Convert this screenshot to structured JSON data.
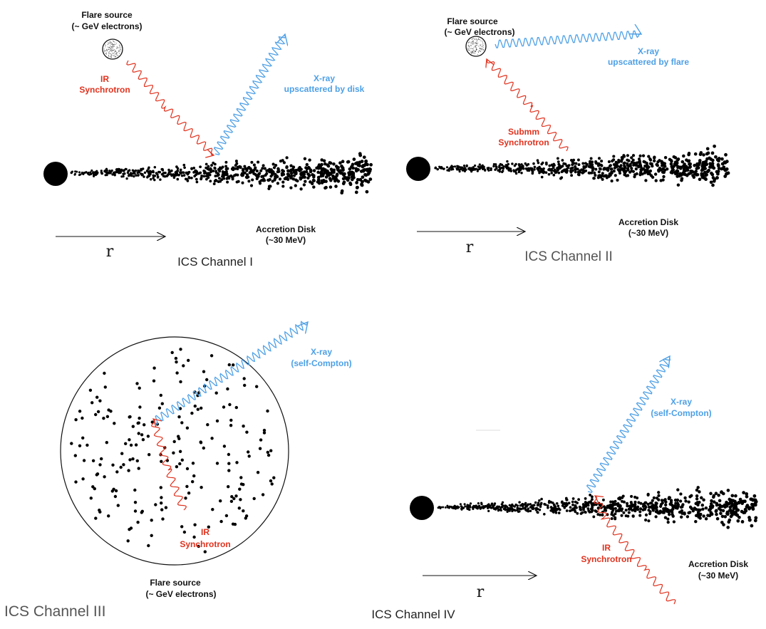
{
  "colors": {
    "ir": "#e0321e",
    "xray": "#4ea0e6",
    "ink": "#111111"
  },
  "panel1": {
    "flare_title": "Flare source",
    "flare_sub": "(~ GeV electrons)",
    "ir_1": "IR",
    "ir_2": "Synchrotron",
    "xray_1": "X-ray",
    "xray_2": "upscattered by disk",
    "disk_1": "Accretion Disk",
    "disk_2": "(~30 MeV)",
    "r": "r",
    "caption": "ICS Channel I"
  },
  "panel2": {
    "flare_title": "Flare source",
    "flare_sub": "(~ GeV electrons)",
    "xray_1": "X-ray",
    "xray_2": "upscattered by flare",
    "sub_1": "Submm",
    "sub_2": "Synchrotron",
    "disk_1": "Accretion Disk",
    "disk_2": "(~30 MeV)",
    "r": "r",
    "caption": "ICS Channel II"
  },
  "panel3": {
    "xray_1": "X-ray",
    "xray_2": "(self-Compton)",
    "ir_1": "IR",
    "ir_2": "Synchrotron",
    "flare_title": "Flare source",
    "flare_sub": "(~ GeV electrons)",
    "caption": "ICS Channel III"
  },
  "panel4": {
    "xray_1": "X-ray",
    "xray_2": "(self-Compton)",
    "ir_1": "IR",
    "ir_2": "Synchrotron",
    "disk_1": "Accretion Disk",
    "disk_2": "(~30 MeV)",
    "r": "r",
    "caption": "ICS Channel IV"
  }
}
